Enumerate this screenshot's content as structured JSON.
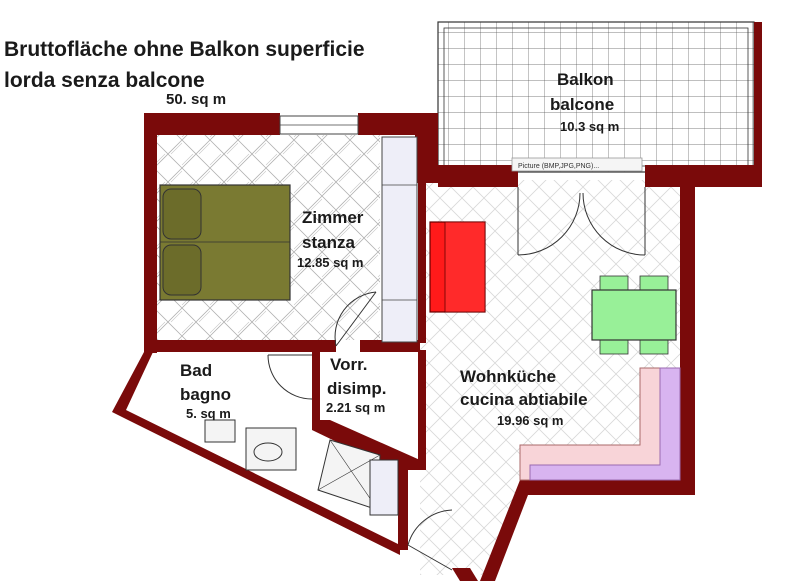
{
  "header": {
    "title_line1": "Bruttofläche ohne Balkon superficie",
    "title_line2": "lorda senza balcone",
    "total_area": "50. sq m"
  },
  "rooms": {
    "balcony": {
      "name_de": "Balkon",
      "name_it": "balcone",
      "area": "10.3 sq m"
    },
    "bedroom": {
      "name_de": "Zimmer",
      "name_it": "stanza",
      "area": "12.85 sq m"
    },
    "bathroom": {
      "name_de": "Bad",
      "name_it": "bagno",
      "area": "5. sq m"
    },
    "hallway": {
      "name_de": "Vorr.",
      "name_it": "disimp.",
      "area": "2.21 sq m"
    },
    "kitchen": {
      "name_de": "Wohnküche",
      "name_it": "cucina abtiabile",
      "area": "19.96 sq m"
    }
  },
  "tooltip": "Picture (BMP,JPG,PNG)...",
  "colors": {
    "wall": "#7a0a0a",
    "bed": "#7a7a32",
    "sofa": "#ff1a1a",
    "table": "#98f098",
    "counter": "#f8d4d8",
    "counter_accent": "#d8b4f0"
  }
}
